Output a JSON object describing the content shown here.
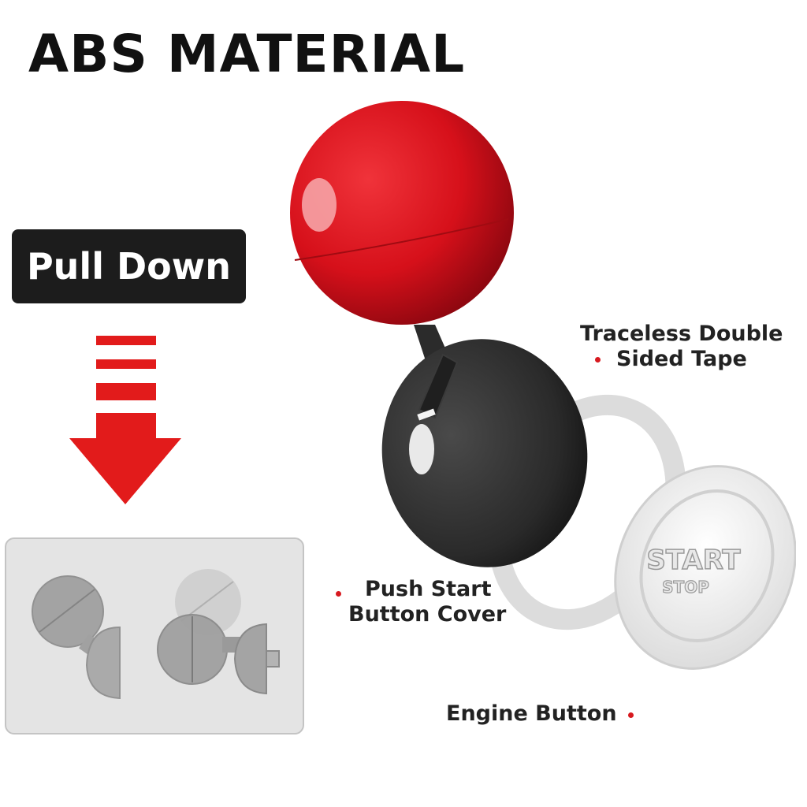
{
  "headline": "ABS MATERIAL",
  "pull_badge": {
    "label": "Pull Down"
  },
  "callouts": {
    "tape": {
      "line1": "Traceless Double",
      "line2": "Sided Tape"
    },
    "cover": {
      "line1": "Push Start",
      "line2": "Button Cover"
    },
    "engine": {
      "label": "Engine Button"
    }
  },
  "engine_button_face": {
    "line1": "START",
    "line2": "STOP"
  },
  "colors": {
    "accent_red": "#e21b1b",
    "ball_red": "#d6101a",
    "dome_black": "#2a2a2a",
    "label_dark": "#1c1c1c",
    "dot_red": "#d7191f",
    "panel_gray": "#e4e4e4"
  },
  "icons": [
    "pull-down-arrow-icon"
  ]
}
